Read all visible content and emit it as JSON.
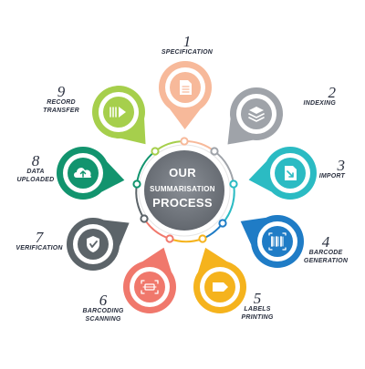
{
  "center": {
    "line1": "OUR",
    "line2": "SUMMARISATION",
    "line3": "PROCESS"
  },
  "steps": [
    {
      "number": "1",
      "label_lines": [
        "SPECIFICATION"
      ],
      "color": "#f7b99a",
      "icon": "document-icon"
    },
    {
      "number": "2",
      "label_lines": [
        "INDEXING"
      ],
      "color": "#9fa3a9",
      "icon": "layers-icon"
    },
    {
      "number": "3",
      "label_lines": [
        "IMPORT"
      ],
      "color": "#2bbbc3",
      "icon": "file-import-icon"
    },
    {
      "number": "4",
      "label_lines": [
        "BARCODE",
        "GENERATION"
      ],
      "color": "#1f7cc6",
      "icon": "barcode-icon"
    },
    {
      "number": "5",
      "label_lines": [
        "LABELS",
        "PRINTING"
      ],
      "color": "#f5b31d",
      "icon": "label-tag-icon"
    },
    {
      "number": "6",
      "label_lines": [
        "BARCODING",
        "SCANNING"
      ],
      "color": "#f0786c",
      "icon": "scanner-icon"
    },
    {
      "number": "7",
      "label_lines": [
        "VERIFICATION"
      ],
      "color": "#5c6469",
      "icon": "shield-check-icon"
    },
    {
      "number": "8",
      "label_lines": [
        "DATA",
        "UPLOADED"
      ],
      "color": "#12946e",
      "icon": "cloud-upload-icon"
    },
    {
      "number": "9",
      "label_lines": [
        "RECORD",
        "TRANSFER"
      ],
      "color": "#a6cf4c",
      "icon": "transfer-arrow-icon"
    }
  ]
}
